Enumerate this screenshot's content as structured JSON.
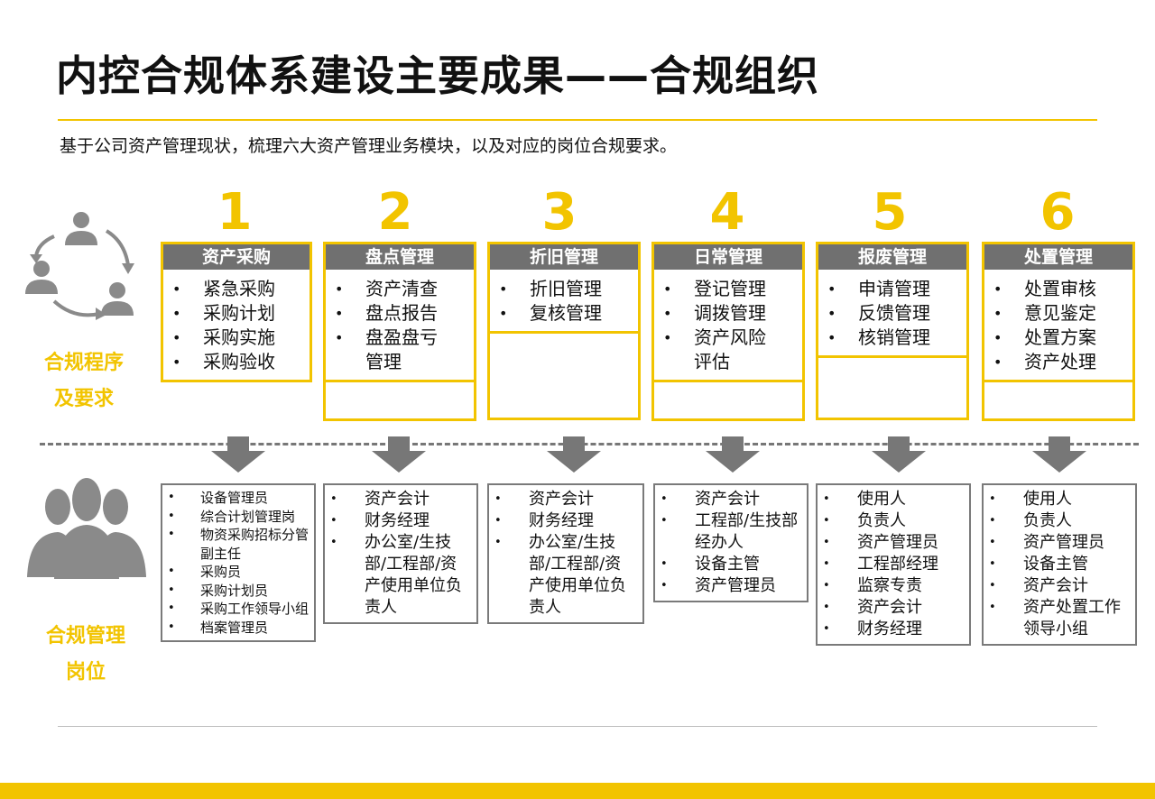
{
  "title": "内控合规体系建设主要成果——合规组织",
  "subtitle": "基于公司资产管理现状，梳理六大资产管理业务模块，以及对应的岗位合规要求。",
  "side_labels": {
    "procedure_line1": "合规程序",
    "procedure_line2": "及要求",
    "position_line1": "合规管理",
    "position_line2": "岗位"
  },
  "modules": [
    {
      "number": "1",
      "title": "资产采购",
      "items": [
        "紧急采购",
        "采购计划",
        "采购实施",
        "采购验收"
      ]
    },
    {
      "number": "2",
      "title": "盘点管理",
      "items": [
        "资产清查",
        "盘点报告",
        "盘盈盘亏管理"
      ]
    },
    {
      "number": "3",
      "title": "折旧管理",
      "items": [
        "折旧管理",
        "复核管理"
      ]
    },
    {
      "number": "4",
      "title": "日常管理",
      "items": [
        "登记管理",
        "调拨管理",
        "资产风险评估"
      ]
    },
    {
      "number": "5",
      "title": "报废管理",
      "items": [
        "申请管理",
        "反馈管理",
        "核销管理"
      ]
    },
    {
      "number": "6",
      "title": "处置管理",
      "items": [
        "处置审核",
        "意见鉴定",
        "处置方案",
        "资产处理"
      ]
    }
  ],
  "roles": [
    [
      "设备管理员",
      "综合计划管理岗",
      "物资采购招标分管副主任",
      "采购员",
      "采购计划员",
      "采购工作领导小组",
      "档案管理员"
    ],
    [
      "资产会计",
      "财务经理",
      "办公室/生技部/工程部/资产使用单位负责人"
    ],
    [
      "资产会计",
      "财务经理",
      "办公室/生技部/工程部/资产使用单位负责人"
    ],
    [
      "资产会计",
      "工程部/生技部经办人",
      "设备主管",
      "资产管理员"
    ],
    [
      "使用人",
      "负责人",
      "资产管理员",
      "工程部经理",
      "监察专责",
      "资产会计",
      "财务经理"
    ],
    [
      "使用人",
      "负责人",
      "资产管理员",
      "设备主管",
      "资产会计",
      "资产处置工作领导小组"
    ]
  ],
  "colors": {
    "accent": "#f2c400",
    "header_gray": "#707070",
    "icon_gray": "#8a8a8a"
  },
  "icons": [
    "cycle-people-icon",
    "group-people-icon",
    "down-arrow-icon"
  ]
}
